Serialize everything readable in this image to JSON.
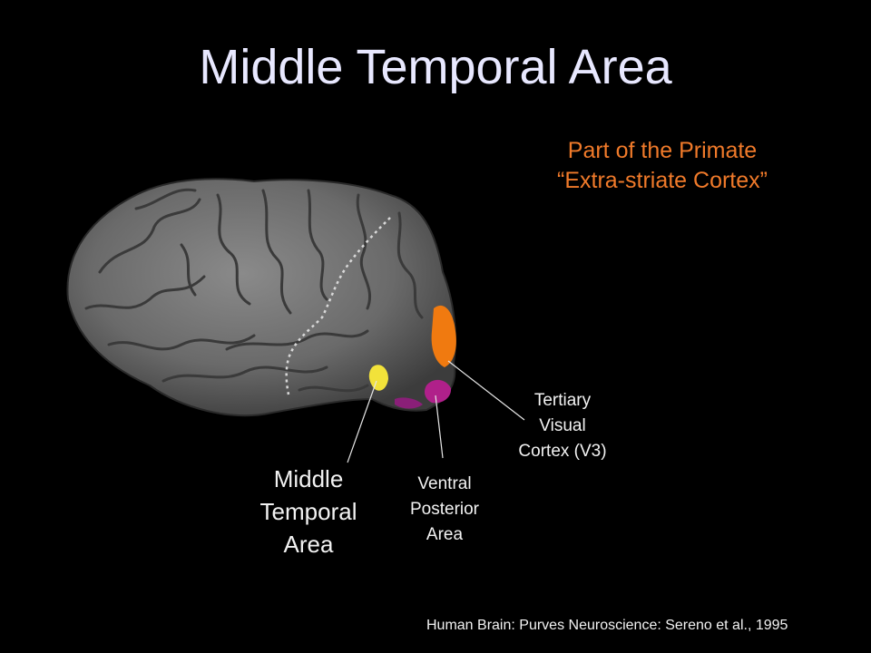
{
  "slide": {
    "title": "Middle Temporal Area",
    "subtitle_lines": [
      "Part of the Primate",
      "“Extra-striate Cortex”"
    ],
    "labels": {
      "middle_temporal": [
        "Middle",
        "Temporal",
        "Area"
      ],
      "ventral_posterior": [
        "Ventral",
        "Posterior",
        "Area"
      ],
      "v3": [
        "Tertiary",
        "Visual",
        "Cortex (V3)"
      ]
    },
    "credit": "Human Brain: Purves Neuroscience: Sereno et al., 1995"
  },
  "colors": {
    "background": "#000000",
    "title": "#e8e8ff",
    "subtitle": "#f07a2a",
    "brain": "#6e6e6e",
    "middle_temporal_area": "#f2e23a",
    "ventral_posterior_area": "#b0208a",
    "v3_area": "#f07a10"
  }
}
